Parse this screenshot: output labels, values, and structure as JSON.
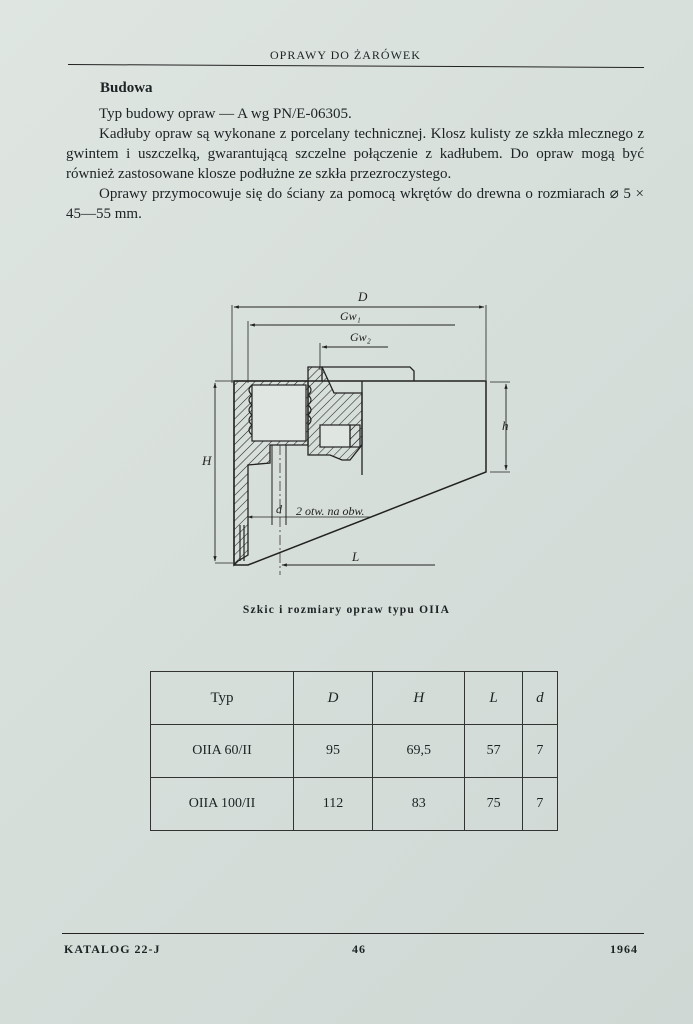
{
  "header": {
    "running_title": "OPRAWY DO ŻARÓWEK"
  },
  "section": {
    "title": "Budowa",
    "paragraphs": [
      "Typ budowy opraw — A wg PN/E-06305.",
      "Kadłuby opraw są wykonane z porcelany technicznej. Klosz kulisty ze szkła mlecznego z gwintem i uszczelką, gwarantującą szczelne połączenie z kadłubem. Do opraw mogą być również zastosowane klosze podłużne ze szkła przezroczystego.",
      "Oprawy przymocowuje się do ściany za pomocą wkrętów do drewna o rozmiarach ⌀ 5 × 45—55 mm."
    ]
  },
  "figure": {
    "labels": {
      "D": "D",
      "Gw1": "Gw₁",
      "Gw2": "Gw₂",
      "h": "h",
      "H": "H",
      "d": "d",
      "holes": "2 otw. na obw.",
      "L": "L"
    },
    "caption": "Szkic i rozmiary opraw typu OIIA"
  },
  "table": {
    "headers": [
      "Typ",
      "D",
      "H",
      "L",
      "d"
    ],
    "rows": [
      [
        "OIIA   60/II",
        "95",
        "69,5",
        "57",
        "7"
      ],
      [
        "OIIA  100/II",
        "112",
        "83",
        "75",
        "7"
      ]
    ]
  },
  "footer": {
    "catalog": "KATALOG 22-J",
    "page": "46",
    "year": "1964"
  }
}
